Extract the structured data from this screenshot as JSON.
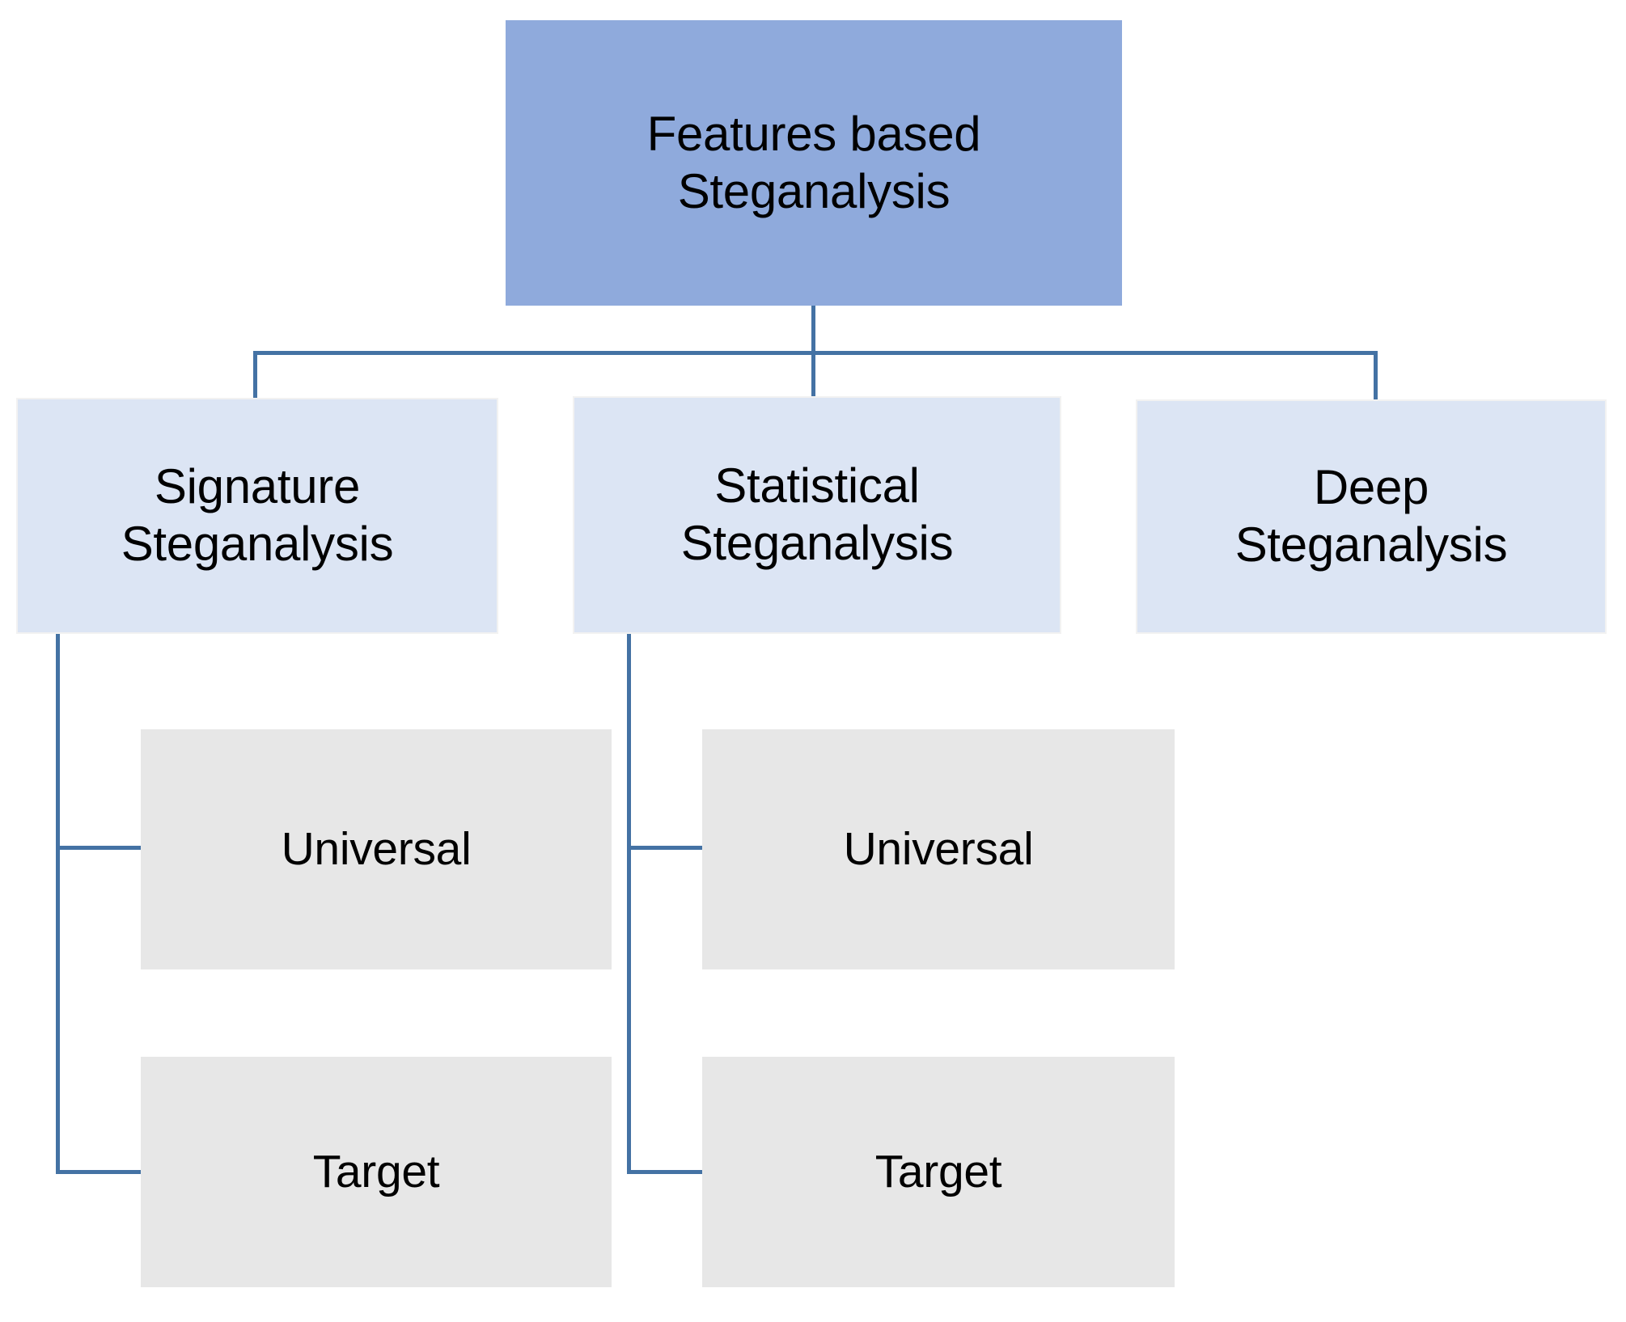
{
  "diagram": {
    "type": "hierarchy-tree",
    "title": "Features based Steganalysis",
    "colors": {
      "root_fill": "#8FAADC",
      "level2_fill": "#DCE5F4",
      "leaf_fill": "#E7E7E7",
      "connector": "#4472A4",
      "text": "#000000",
      "background": "#FFFFFF"
    },
    "root": {
      "label": "Features based\nSteganalysis"
    },
    "level2": [
      {
        "label": "Signature\nSteganalysis"
      },
      {
        "label": "Statistical\nSteganalysis"
      },
      {
        "label": "Deep\nSteganalysis"
      }
    ],
    "leaves": {
      "signature": [
        {
          "label": "Universal"
        },
        {
          "label": "Target"
        }
      ],
      "statistical": [
        {
          "label": "Universal"
        },
        {
          "label": "Target"
        }
      ]
    }
  }
}
